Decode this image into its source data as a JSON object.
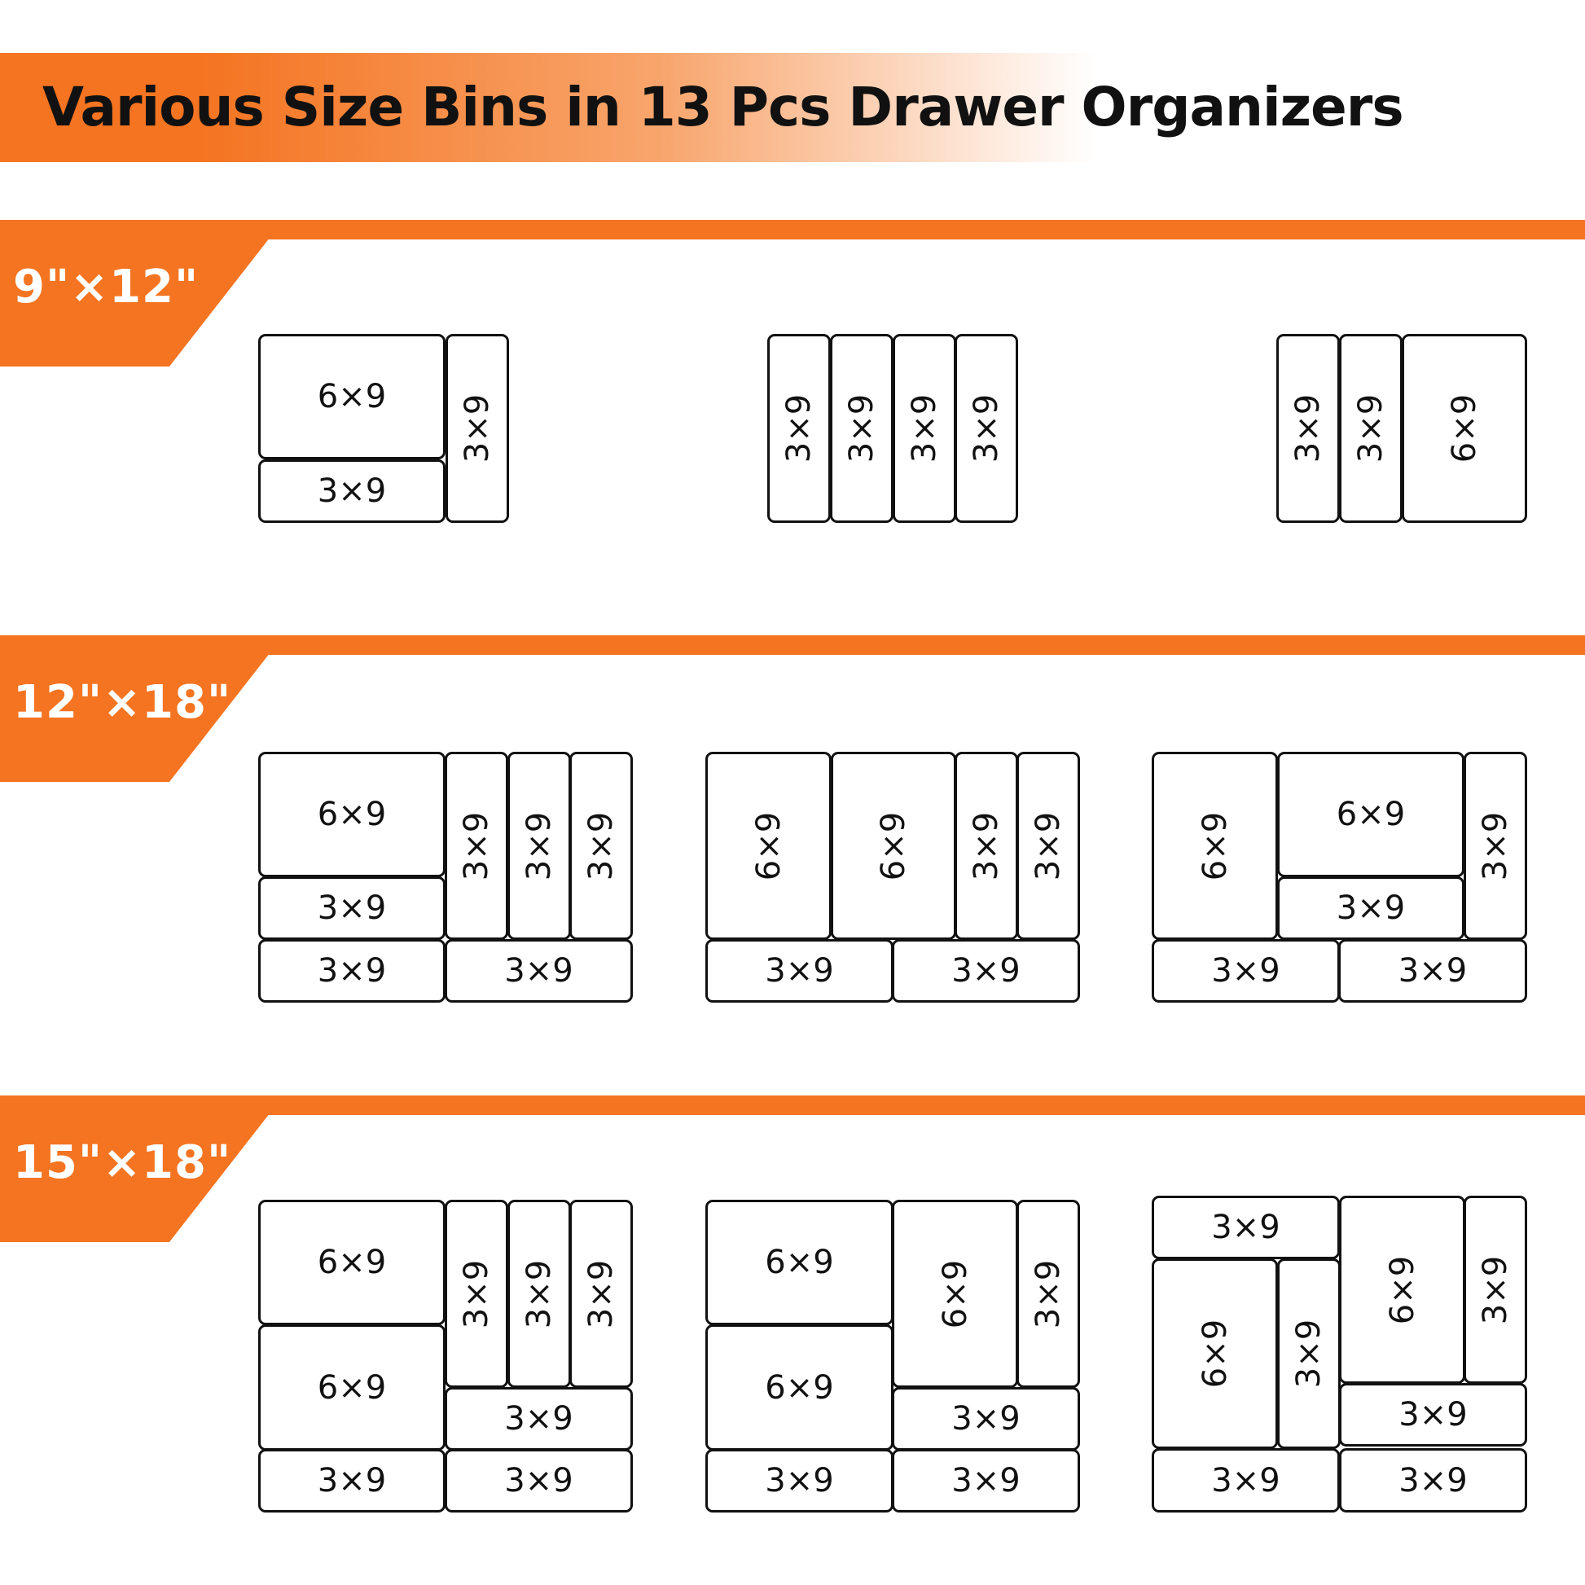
{
  "title": "Various Size Bins in 13 Pcs Drawer Organizers",
  "accent_color": "#f47421",
  "sections": [
    {
      "label": "9\"×12\"",
      "layouts": [
        {
          "bins": [
            {
              "label": "6×9",
              "orientation": "horizontal"
            },
            {
              "label": "3×9",
              "orientation": "horizontal"
            },
            {
              "label": "3×9",
              "orientation": "vertical"
            }
          ]
        },
        {
          "bins": [
            {
              "label": "3×9",
              "orientation": "vertical"
            },
            {
              "label": "3×9",
              "orientation": "vertical"
            },
            {
              "label": "3×9",
              "orientation": "vertical"
            },
            {
              "label": "3×9",
              "orientation": "vertical"
            }
          ]
        },
        {
          "bins": [
            {
              "label": "3×9",
              "orientation": "vertical"
            },
            {
              "label": "3×9",
              "orientation": "vertical"
            },
            {
              "label": "6×9",
              "orientation": "vertical"
            }
          ]
        }
      ]
    },
    {
      "label": "12\"×18\"",
      "layouts": [
        {
          "bins": [
            {
              "label": "6×9",
              "orientation": "horizontal"
            },
            {
              "label": "3×9",
              "orientation": "horizontal"
            },
            {
              "label": "3×9",
              "orientation": "vertical"
            },
            {
              "label": "3×9",
              "orientation": "vertical"
            },
            {
              "label": "3×9",
              "orientation": "vertical"
            },
            {
              "label": "3×9",
              "orientation": "horizontal"
            },
            {
              "label": "3×9",
              "orientation": "horizontal"
            }
          ]
        },
        {
          "bins": [
            {
              "label": "6×9",
              "orientation": "vertical"
            },
            {
              "label": "6×9",
              "orientation": "vertical"
            },
            {
              "label": "3×9",
              "orientation": "vertical"
            },
            {
              "label": "3×9",
              "orientation": "vertical"
            },
            {
              "label": "3×9",
              "orientation": "horizontal"
            },
            {
              "label": "3×9",
              "orientation": "horizontal"
            }
          ]
        },
        {
          "bins": [
            {
              "label": "6×9",
              "orientation": "vertical"
            },
            {
              "label": "6×9",
              "orientation": "horizontal"
            },
            {
              "label": "3×9",
              "orientation": "horizontal"
            },
            {
              "label": "3×9",
              "orientation": "vertical"
            },
            {
              "label": "3×9",
              "orientation": "horizontal"
            },
            {
              "label": "3×9",
              "orientation": "horizontal"
            }
          ]
        }
      ]
    },
    {
      "label": "15\"×18\"",
      "layouts": [
        {
          "bins": [
            {
              "label": "6×9",
              "orientation": "horizontal"
            },
            {
              "label": "6×9",
              "orientation": "horizontal"
            },
            {
              "label": "3×9",
              "orientation": "vertical"
            },
            {
              "label": "3×9",
              "orientation": "vertical"
            },
            {
              "label": "3×9",
              "orientation": "vertical"
            },
            {
              "label": "3×9",
              "orientation": "horizontal"
            },
            {
              "label": "3×9",
              "orientation": "horizontal"
            },
            {
              "label": "3×9",
              "orientation": "horizontal"
            }
          ]
        },
        {
          "bins": [
            {
              "label": "6×9",
              "orientation": "horizontal"
            },
            {
              "label": "6×9",
              "orientation": "horizontal"
            },
            {
              "label": "6×9",
              "orientation": "vertical"
            },
            {
              "label": "3×9",
              "orientation": "vertical"
            },
            {
              "label": "3×9",
              "orientation": "horizontal"
            },
            {
              "label": "3×9",
              "orientation": "horizontal"
            },
            {
              "label": "3×9",
              "orientation": "horizontal"
            }
          ]
        },
        {
          "bins": [
            {
              "label": "3×9",
              "orientation": "horizontal"
            },
            {
              "label": "6×9",
              "orientation": "vertical"
            },
            {
              "label": "3×9",
              "orientation": "vertical"
            },
            {
              "label": "6×9",
              "orientation": "vertical"
            },
            {
              "label": "3×9",
              "orientation": "vertical"
            },
            {
              "label": "3×9",
              "orientation": "horizontal"
            },
            {
              "label": "3×9",
              "orientation": "horizontal"
            },
            {
              "label": "3×9",
              "orientation": "horizontal"
            }
          ]
        }
      ]
    }
  ]
}
